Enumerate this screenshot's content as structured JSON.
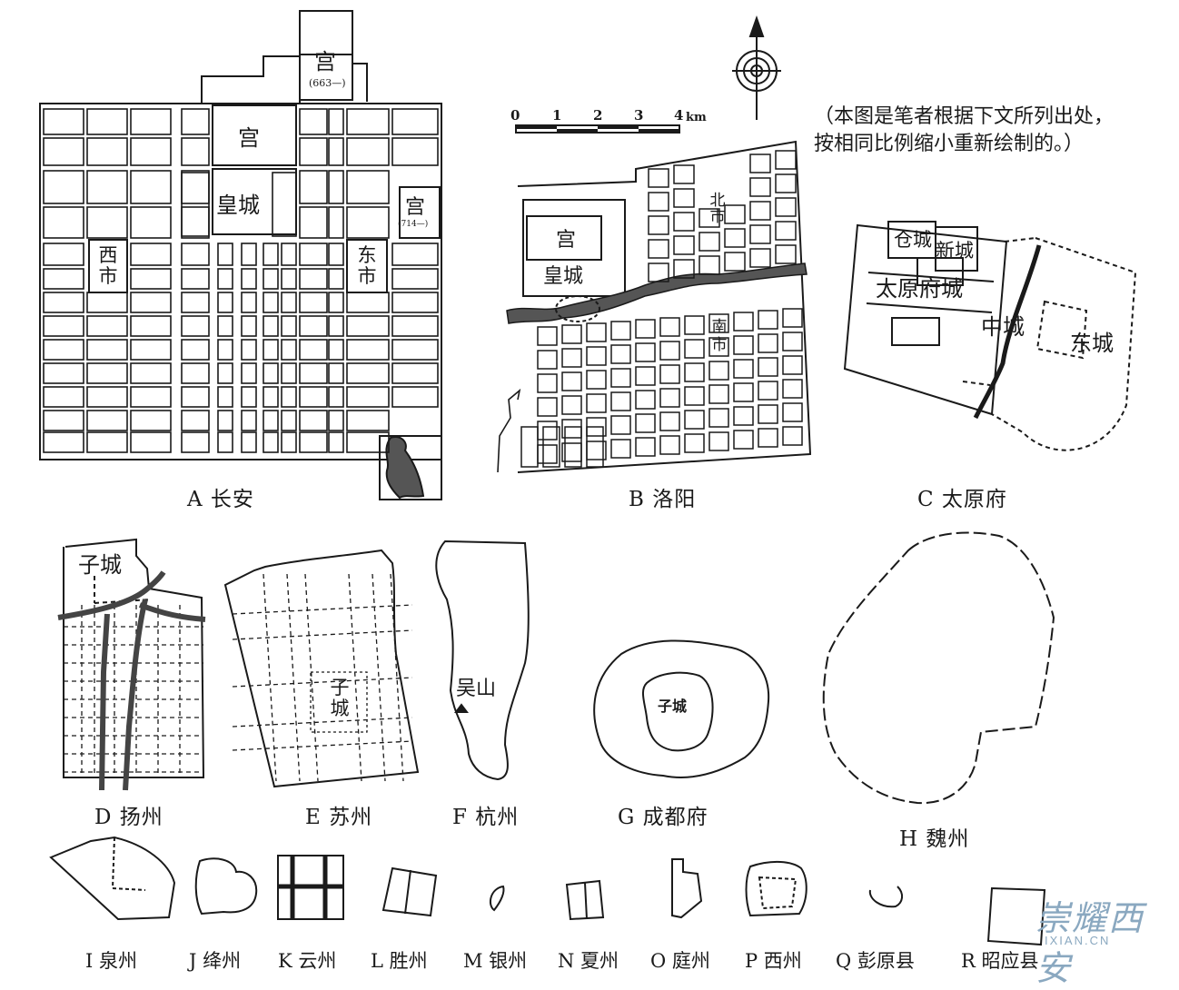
{
  "note": {
    "line1": "（本图是笔者根据下文所列出处，",
    "line2": "按相同比例缩小重新绘制的。）"
  },
  "scale": {
    "ticks": [
      "0",
      "1",
      "2",
      "3",
      "4"
    ],
    "unit": "km"
  },
  "maps": {
    "A": {
      "caption": "A 长安",
      "labels": {
        "palace_663": "宫",
        "palace_663_date": "(663—)",
        "palace": "宫",
        "imperial_city": "皇城",
        "palace_714": "宫",
        "palace_714_date": "(714—)",
        "west_market": "西市",
        "east_market": "东市"
      }
    },
    "B": {
      "caption": "B 洛阳",
      "labels": {
        "palace": "宫",
        "imperial_city": "皇城",
        "north_market": "北市",
        "south_market": "南市"
      }
    },
    "C": {
      "caption": "C 太原府",
      "labels": {
        "granary_city": "仓城",
        "new_city": "新城",
        "taiyuan_city": "太原府城",
        "middle_city": "中城",
        "east_city": "东城"
      }
    },
    "D": {
      "caption": "D 扬州",
      "labels": {
        "inner_city": "子城"
      }
    },
    "E": {
      "caption": "E 苏州",
      "labels": {
        "inner_city": "子城"
      }
    },
    "F": {
      "caption": "F 杭州",
      "labels": {
        "wushan": "吴山"
      }
    },
    "G": {
      "caption": "G 成都府",
      "labels": {
        "inner_city": "子城"
      }
    },
    "H": {
      "caption": "H 魏州"
    }
  },
  "small_maps": [
    {
      "caption": "I 泉州"
    },
    {
      "caption": "J 绛州"
    },
    {
      "caption": "K 云州"
    },
    {
      "caption": "L 胜州"
    },
    {
      "caption": "M 银州"
    },
    {
      "caption": "N 夏州"
    },
    {
      "caption": "O 庭州"
    },
    {
      "caption": "P 西州"
    },
    {
      "caption": "Q 彭原县"
    },
    {
      "caption": "R 昭应县"
    }
  ],
  "watermark": {
    "name": "崇耀西安",
    "site": "IXIAN.CN"
  },
  "colors": {
    "ink": "#1a1a1a",
    "water": "#555555",
    "watermark": "#8aa8c0"
  }
}
